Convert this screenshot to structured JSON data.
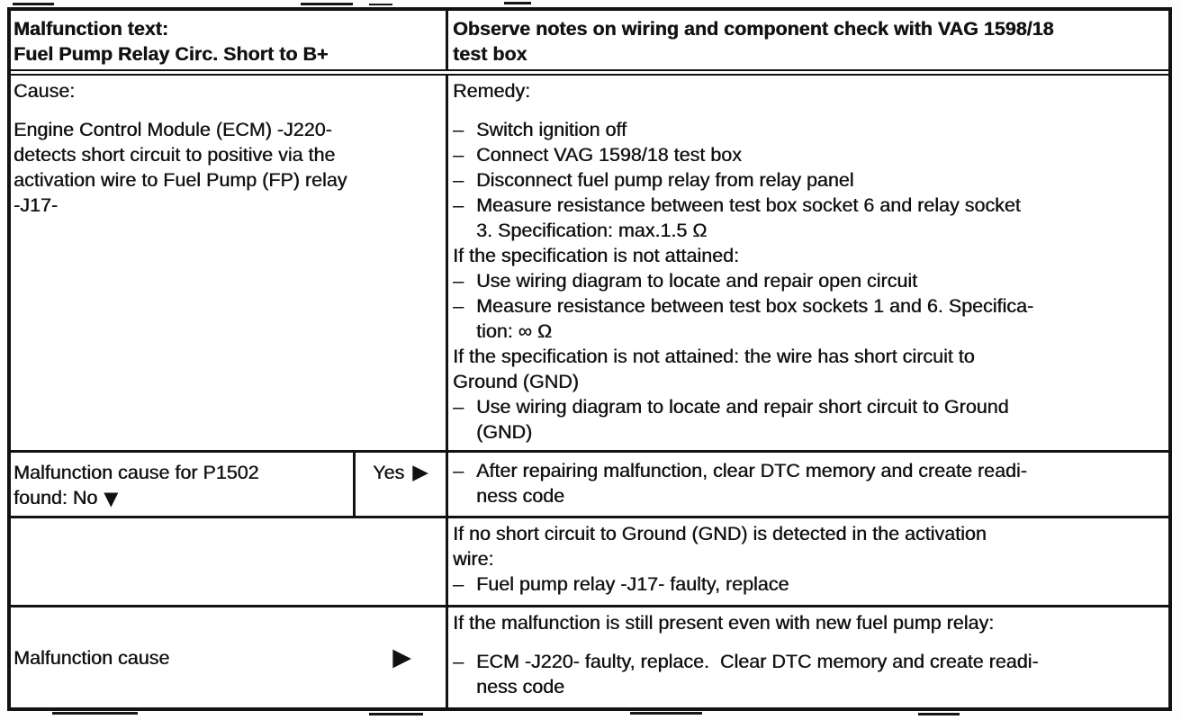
{
  "glyphs": {
    "dash": "–",
    "arrow_right": "▶",
    "arrow_down": "▼"
  },
  "colors": {
    "ink": "#121212",
    "paper": "#ffffff"
  },
  "header": {
    "left_line1": "Malfunction text:",
    "left_line2": "Fuel Pump Relay Circ. Short to B+",
    "right_line1": "Observe notes on wiring and component check with VAG 1598/18",
    "right_line2": "test box"
  },
  "cause_cell": {
    "lines": [
      {
        "type": "plain",
        "text": "Cause:"
      },
      {
        "type": "plain",
        "gap": true,
        "text": "Engine Control Module (ECM) -J220-"
      },
      {
        "type": "plain",
        "text": "detects short circuit to positive via the"
      },
      {
        "type": "plain",
        "text": "activation wire to Fuel Pump (FP) relay"
      },
      {
        "type": "plain",
        "text": "-J17-"
      }
    ]
  },
  "remedy_cell": {
    "lines": [
      {
        "type": "plain",
        "text": "Remedy:"
      },
      {
        "type": "item",
        "gap": true,
        "text": "Switch ignition off"
      },
      {
        "type": "item",
        "text": "Connect VAG 1598/18 test box"
      },
      {
        "type": "item",
        "text": "Disconnect fuel pump relay from relay panel"
      },
      {
        "type": "item",
        "text": "Measure resistance between test box socket 6 and relay socket"
      },
      {
        "type": "cont",
        "text": "3. Specification: max.1.5 Ω"
      },
      {
        "type": "plain",
        "text": "If the specification is not attained:"
      },
      {
        "type": "item",
        "text": "Use wiring diagram to locate and repair open circuit"
      },
      {
        "type": "item",
        "text": "Measure resistance between test box sockets 1 and 6. Specifica-"
      },
      {
        "type": "cont",
        "text": "tion: ∞ Ω"
      },
      {
        "type": "plain",
        "text": "If the specification is not attained: the wire has short circuit to"
      },
      {
        "type": "plain",
        "text": "Ground (GND)"
      },
      {
        "type": "item",
        "text": "Use wiring diagram to locate and repair short circuit to Ground"
      },
      {
        "type": "cont",
        "text": "(GND)"
      }
    ]
  },
  "decision_row": {
    "question_line1": "Malfunction cause for P1502",
    "question_line2": "found: No",
    "yes_label": "Yes",
    "action_lines": [
      {
        "type": "item",
        "text": "After repairing malfunction, clear DTC memory and create readi-"
      },
      {
        "type": "cont",
        "text": "ness code"
      }
    ]
  },
  "no_branch_row": {
    "lines": [
      {
        "type": "plain",
        "text": "If no short circuit to Ground (GND) is detected in the activation"
      },
      {
        "type": "plain",
        "text": "wire:"
      },
      {
        "type": "item",
        "text": "Fuel pump relay -J17- faulty, replace"
      }
    ]
  },
  "final_row": {
    "label": "Malfunction cause",
    "lines": [
      {
        "type": "plain",
        "text": "If the malfunction is still present even with new fuel pump relay:"
      },
      {
        "type": "item",
        "gap": true,
        "text": "ECM -J220- faulty, replace.  Clear DTC memory and create readi-"
      },
      {
        "type": "cont",
        "text": "ness code"
      }
    ]
  }
}
